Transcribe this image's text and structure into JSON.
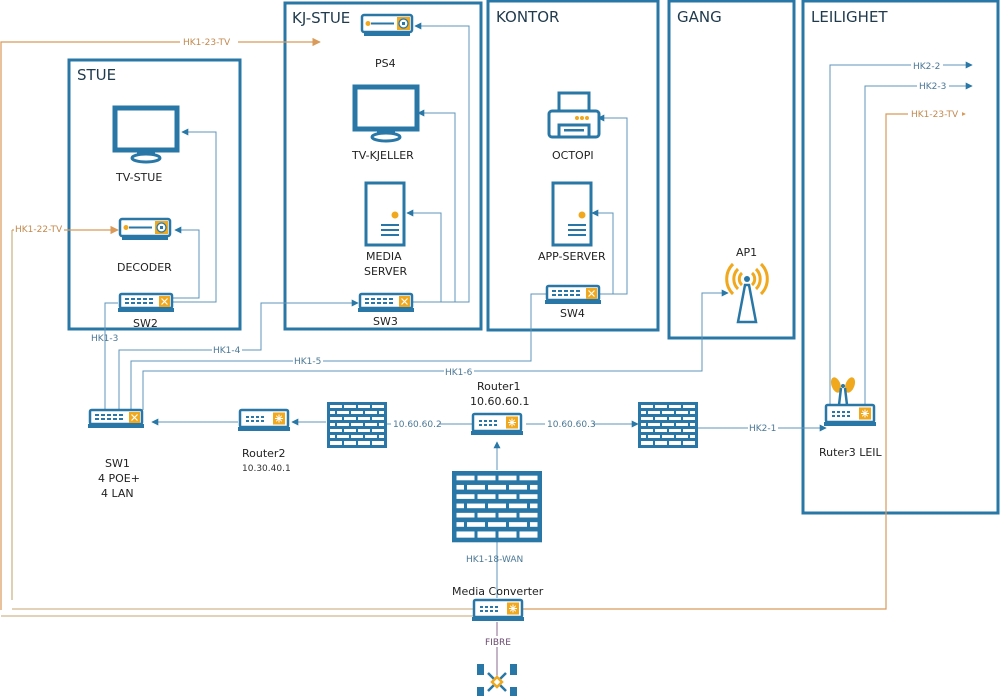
{
  "colors": {
    "device_blue": "#2877a6",
    "accent_orange": "#f0a81e",
    "ethernet_line": "#5f94b8",
    "tv_line": "#d99a5a"
  },
  "rooms": {
    "stue": "STUE",
    "kj_stue": "KJ-STUE",
    "kontor": "KONTOR",
    "gang": "GANG",
    "leilighet": "LEILIGHET"
  },
  "devices": {
    "tv_stue": "TV-STUE",
    "decoder": "DECODER",
    "sw2": "SW2",
    "ps4": "PS4",
    "tv_kjeller": "TV-KJELLER",
    "media_server_1": "MEDIA",
    "media_server_2": "SERVER",
    "sw3": "SW3",
    "octopi": "OCTOPI",
    "app_server": "APP-SERVER",
    "sw4": "SW4",
    "ap1": "AP1",
    "ruter3": "Ruter3 LEIL",
    "sw1_1": "SW1",
    "sw1_2": "4 POE+",
    "sw1_3": "4 LAN",
    "router2": "Router2",
    "router2_ip": "10.30.40.1",
    "router1": "Router1",
    "router1_ip": "10.60.60.1",
    "media_converter": "Media Converter"
  },
  "links": {
    "hk1_23_tv_top": "HK1-23-TV",
    "hk1_22_tv": "HK1-22-TV",
    "hk1_3": "HK1-3",
    "hk1_4": "HK1-4",
    "hk1_5": "HK1-5",
    "hk1_6": "HK1-6",
    "ip_left": "10.60.60.2",
    "ip_right": "10.60.60.3",
    "hk2_1": "HK2-1",
    "hk2_2": "HK2-2",
    "hk2_3": "HK2-3",
    "hk1_23_tv_leil": "HK1-23-TV",
    "hk1_18_wan": "HK1-18-WAN",
    "fibre": "FIBRE"
  }
}
